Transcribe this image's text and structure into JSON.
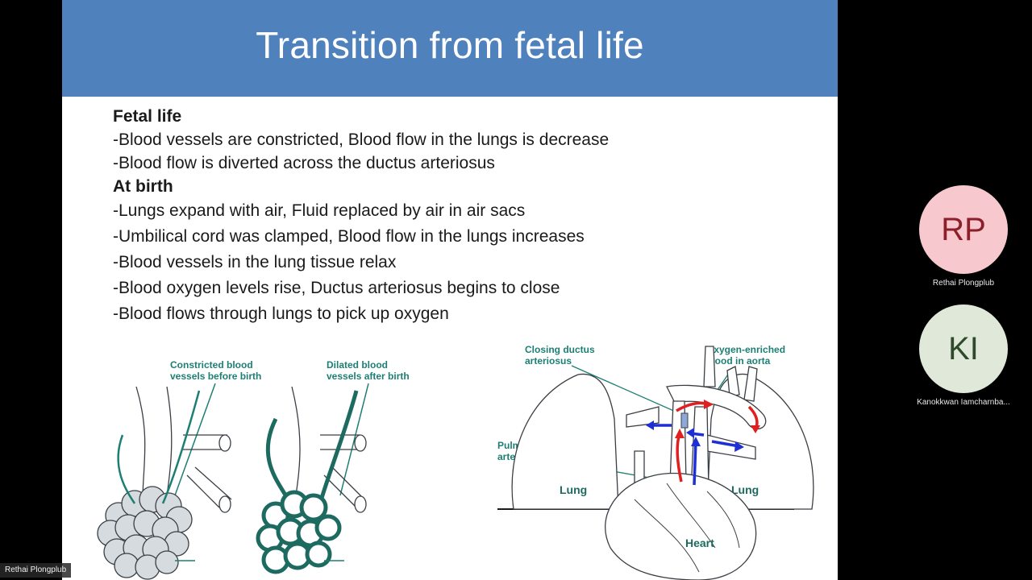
{
  "slide": {
    "title": "Transition from fetal life",
    "sections": [
      {
        "heading": "Fetal life",
        "bullets": [
          "-Blood vessels are constricted, Blood flow in the lungs is decrease",
          "-Blood flow is diverted across the ductus arteriosus"
        ]
      },
      {
        "heading": "At birth",
        "bullets": [
          "-Lungs expand with air, Fluid replaced by air in air sacs",
          "-Umbilical cord was clamped, Blood flow in the lungs increases",
          "-Blood vessels in the lung tissue relax",
          "-Blood oxygen levels rise, Ductus arteriosus begins to close",
          "-Blood flows through lungs to pick up oxygen"
        ]
      }
    ],
    "figure_left": {
      "label_before_1": "Constricted blood",
      "label_before_2": "vessels before birth",
      "label_after_1": "Dilated blood",
      "label_after_2": "vessels after birth"
    },
    "figure_right": {
      "label_ductus_1": "Closing ductus",
      "label_ductus_2": "arteriosus",
      "label_oxygen_1": "Oxygen-enriched",
      "label_oxygen_2": "blood in aorta",
      "label_pulmonary_1": "Pulmonary",
      "label_pulmonary_2": "artery",
      "label_lung_left": "Lung",
      "label_lung_right": "Lung",
      "label_heart": "Heart"
    }
  },
  "participants": [
    {
      "initials": "RP",
      "name": "Rethai Plongplub",
      "color": "#f7c9cf",
      "text_color": "#8b1f2a"
    },
    {
      "initials": "KI",
      "name": "Kanokkwan Iamcharnba...",
      "color": "#dfe8d9",
      "text_color": "#2e4a2a"
    }
  ],
  "presenter_label": "Rethai Plongplub",
  "colors": {
    "header": "#4f81bd",
    "teal": "#1d6b60",
    "red_arrow": "#e02020",
    "blue_arrow": "#1e2fd6"
  }
}
